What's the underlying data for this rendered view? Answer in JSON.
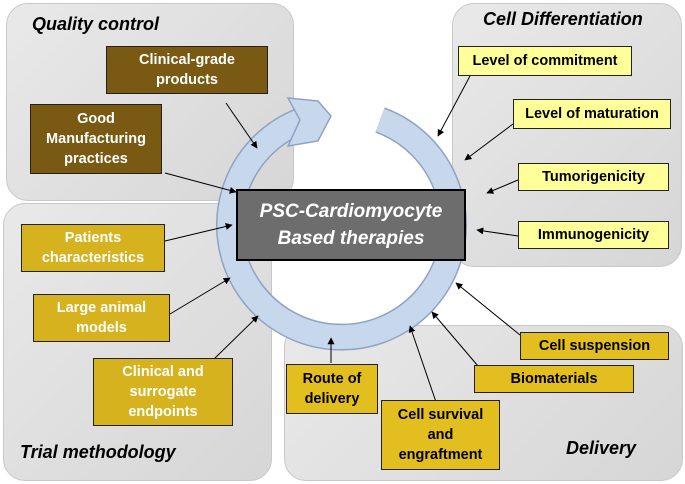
{
  "center": {
    "line1": "PSC-Cardiomyocyte",
    "line2": "Based therapies"
  },
  "quality_control": {
    "title": "Quality control",
    "items": [
      "Clinical-grade\nproducts",
      "Good\nManufacturing\npractices"
    ]
  },
  "cell_differentiation": {
    "title": "Cell Differentiation",
    "items": [
      "Level of commitment",
      "Level of maturation",
      "Tumorigenicity",
      "Immunogenicity"
    ]
  },
  "trial_methodology": {
    "title": "Trial methodology",
    "items": [
      "Patients\ncharacteristics",
      "Large animal\nmodels",
      "Clinical and\nsurrogate\nendpoints"
    ]
  },
  "delivery": {
    "title": "Delivery",
    "items": [
      "Cell suspension",
      "Biomaterials",
      "Route of\ndelivery",
      "Cell survival\nand\nengraftment"
    ]
  },
  "colors": {
    "panel": "#dcdcdc",
    "quality_box": "#7a5a12",
    "trial_box": "#d6b21e",
    "differentiation_box": "#ffff99",
    "delivery_box": "#e2bf1e",
    "center_box": "#6d6d6d",
    "cycle_arrow": "#c7d7ec"
  }
}
